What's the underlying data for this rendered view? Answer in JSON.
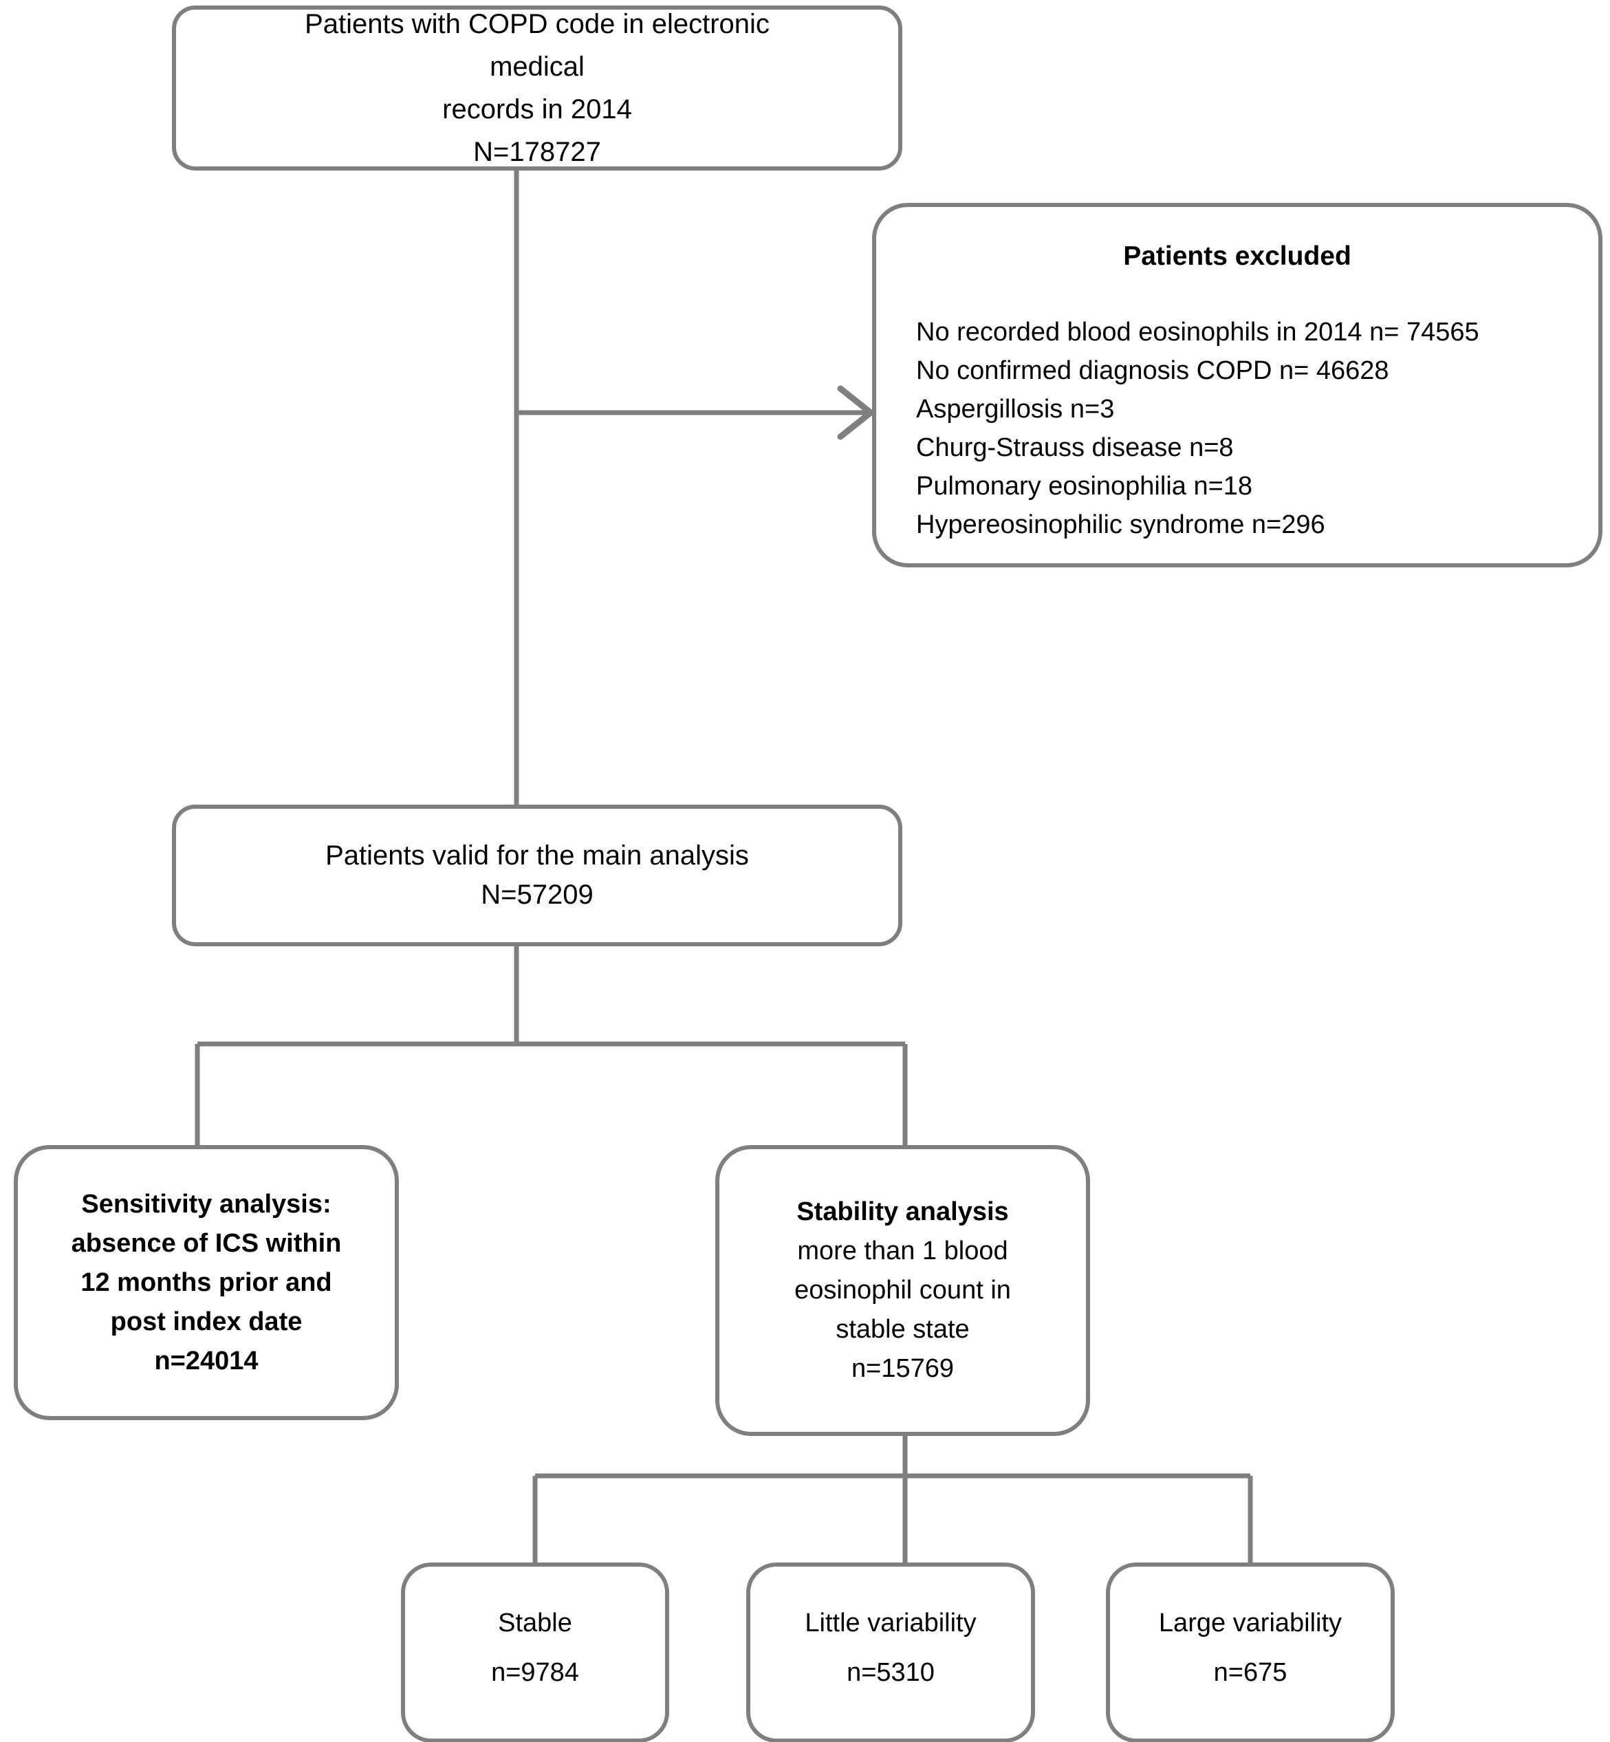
{
  "diagram": {
    "title": "COPD patient selection flow diagram",
    "border_color": "#7f7f7f",
    "text_color": "#000000",
    "background_color": "#ffffff"
  },
  "nodes": {
    "source": {
      "line1": "Patients with COPD code in electronic medical",
      "line2": "records in 2014",
      "line3": "N=178727",
      "count_label": "N=178727",
      "count_value": 178727
    },
    "excluded": {
      "title": "Patients excluded",
      "items": [
        "No recorded blood eosinophils in 2014 n= 74565",
        "No confirmed diagnosis COPD n= 46628",
        "Aspergillosis n=3",
        "Churg-Strauss disease n=8",
        "Pulmonary eosinophilia n=18",
        "Hypereosinophilic syndrome  n=296"
      ],
      "counts": [
        74565,
        46628,
        3,
        8,
        18,
        296
      ]
    },
    "valid": {
      "line1": "Patients valid for the main analysis",
      "line2": "N=57209",
      "count_label": "N=57209",
      "count_value": 57209
    },
    "sensitivity": {
      "line1": "Sensitivity analysis:",
      "line2": "absence of ICS within",
      "line3": "12 months prior and",
      "line4": "post index date",
      "line5": "n=24014",
      "count_label": "n=24014",
      "count_value": 24014
    },
    "stability": {
      "line1": "Stability analysis",
      "line2": "more than 1 blood",
      "line3": "eosinophil count  in",
      "line4": "stable state",
      "line5": "n=15769",
      "count_label": "n=15769",
      "count_value": 15769
    },
    "stable": {
      "label": "Stable",
      "count_label": "n=9784",
      "count_value": 9784
    },
    "little_variability": {
      "label": "Little variability",
      "count_label": "n=5310",
      "count_value": 5310
    },
    "large_variability": {
      "label": "Large variability",
      "count_label": "n=675",
      "count_value": 675
    }
  }
}
